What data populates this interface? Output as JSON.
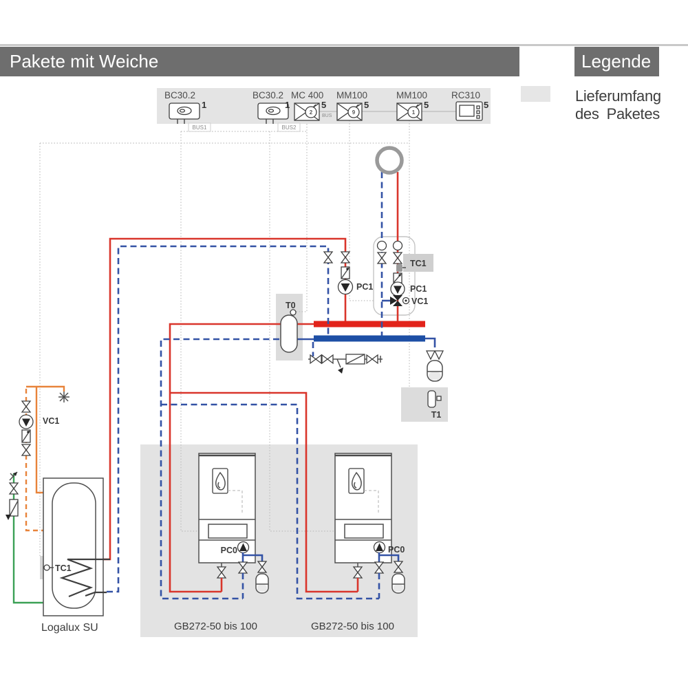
{
  "page": {
    "title_bar": "Pakete mit Weiche",
    "legend_bar": "Legende"
  },
  "legend": {
    "line1": "Lieferumfang",
    "line2_word1": "des",
    "line2_word2": "Paketes"
  },
  "modules": {
    "items": [
      {
        "label": "BC30.2",
        "qty": "1"
      },
      {
        "label": "BC30.2",
        "qty": "1"
      },
      {
        "label": "MC 400",
        "qty": "5",
        "dial": "2"
      },
      {
        "label": "MM100",
        "qty": "5",
        "dial": "9"
      },
      {
        "label": "MM100",
        "qty": "5",
        "dial": "1"
      },
      {
        "label": "RC310",
        "qty": "5"
      }
    ],
    "bus1": "BUS1",
    "bus2": "BUS2",
    "bus": "BUS"
  },
  "components": {
    "t0": "T0",
    "t1": "T1",
    "tc1_heating": "TC1",
    "pc1_loading": "PC1",
    "pc1_heating": "PC1",
    "vc1_heating": "VC1",
    "vc1_circulation": "VC1",
    "tc1_tank": "TC1",
    "pc0_1": "PC0",
    "pc0_2": "PC0",
    "tank_label": "Logalux SU",
    "boiler_1": "GB272-50 bis 100",
    "boiler_2": "GB272-50 bis 100"
  },
  "colors": {
    "header_gray": "#6e6e6e",
    "supply_red": "#e2231a",
    "return_blue": "#1d4fa5",
    "dhw_orange": "#e8833a",
    "cold_water_green": "#3aa055",
    "package_highlight_gray": "#dcdcdc"
  }
}
